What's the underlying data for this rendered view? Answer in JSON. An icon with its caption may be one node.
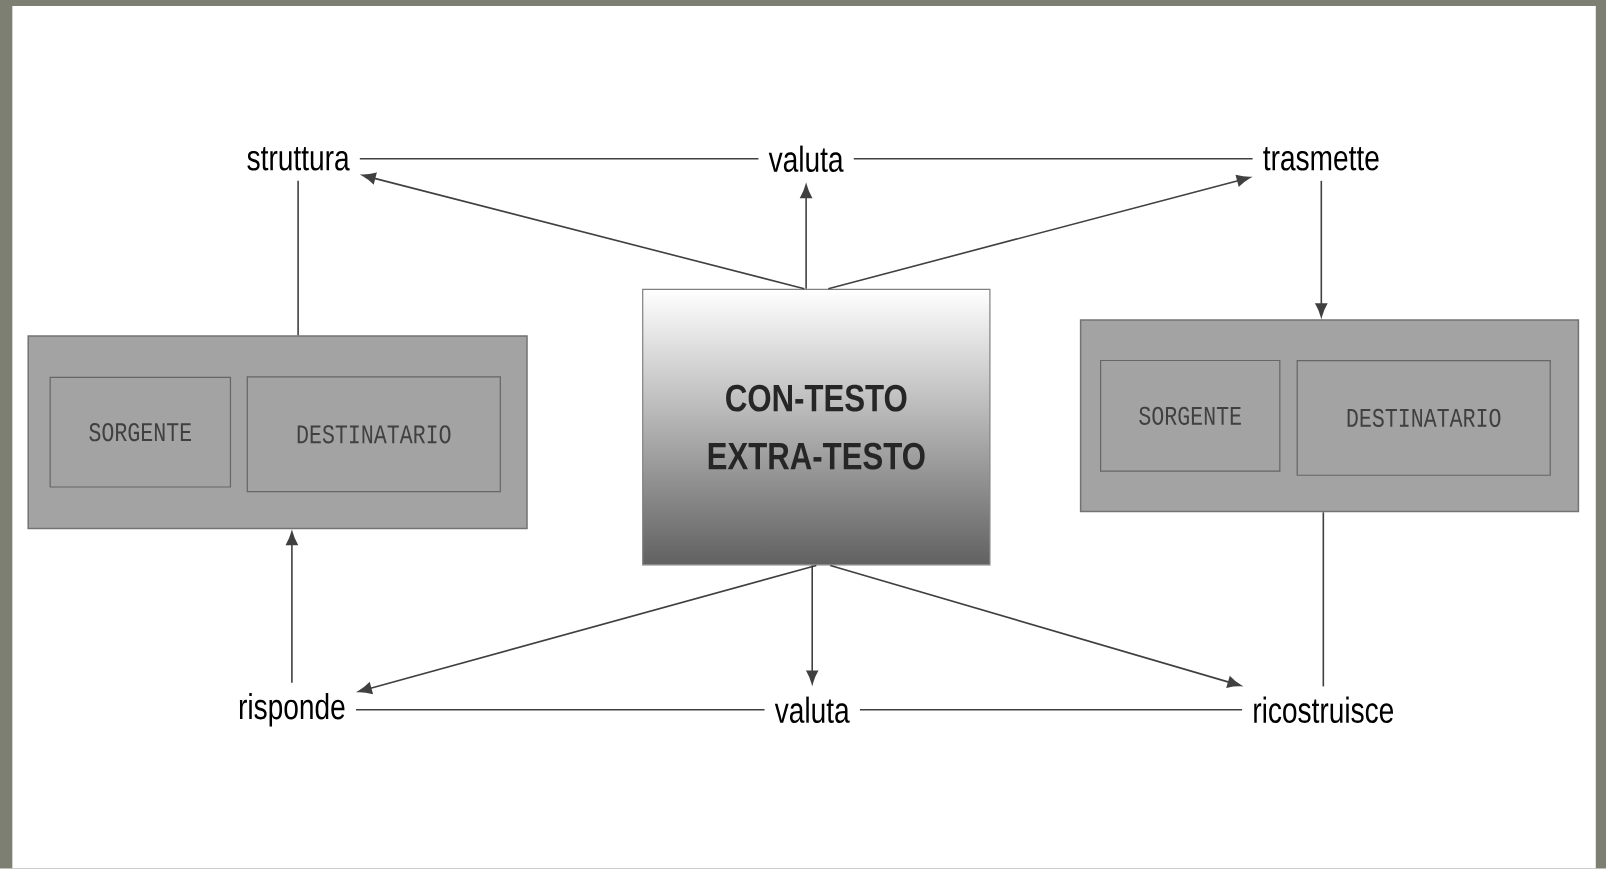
{
  "diagram": {
    "nodes": [
      {
        "text": [
          "struttura"
        ]
      },
      {
        "text": [
          "valuta"
        ]
      },
      {
        "text": [
          "trasmette"
        ]
      },
      {
        "text": [],
        "shape": "box"
      },
      {
        "text": [
          "SORGENTE"
        ],
        "in": 3
      },
      {
        "text": [
          "DESTINATARIO"
        ],
        "in": 3
      },
      {
        "text": [
          "CON-TESTO",
          "EXTRA-TESTO"
        ]
      },
      {
        "text": [],
        "shape": "box"
      },
      {
        "text": [
          "SORGENTE"
        ],
        "in": 7
      },
      {
        "text": [
          "DESTINATARIO"
        ],
        "in": 7
      },
      {
        "text": [
          "risponde"
        ]
      },
      {
        "text": [
          "valuta"
        ]
      },
      {
        "text": [
          "ricostruisce"
        ]
      }
    ],
    "edges": [
      {
        "from": 0,
        "to": 1,
        "arrow": "none"
      },
      {
        "from": 1,
        "to": 2,
        "arrow": "none"
      },
      {
        "from": 6,
        "to": 0,
        "arrow": "to"
      },
      {
        "from": 6,
        "to": 1,
        "arrow": "to"
      },
      {
        "from": 6,
        "to": 2,
        "arrow": "to"
      },
      {
        "from": 0,
        "to": 3,
        "arrow": "none"
      },
      {
        "from": 2,
        "to": 7,
        "arrow": "to"
      },
      {
        "from": 7,
        "to": 12,
        "arrow": "none"
      },
      {
        "from": 6,
        "to": 10,
        "arrow": "to"
      },
      {
        "from": 6,
        "to": 11,
        "arrow": "to"
      },
      {
        "from": 6,
        "to": 12,
        "arrow": "to"
      },
      {
        "from": 10,
        "to": 3,
        "arrow": "to"
      },
      {
        "from": 10,
        "to": 11,
        "arrow": "none"
      },
      {
        "from": 11,
        "to": 12,
        "arrow": "none"
      }
    ]
  }
}
